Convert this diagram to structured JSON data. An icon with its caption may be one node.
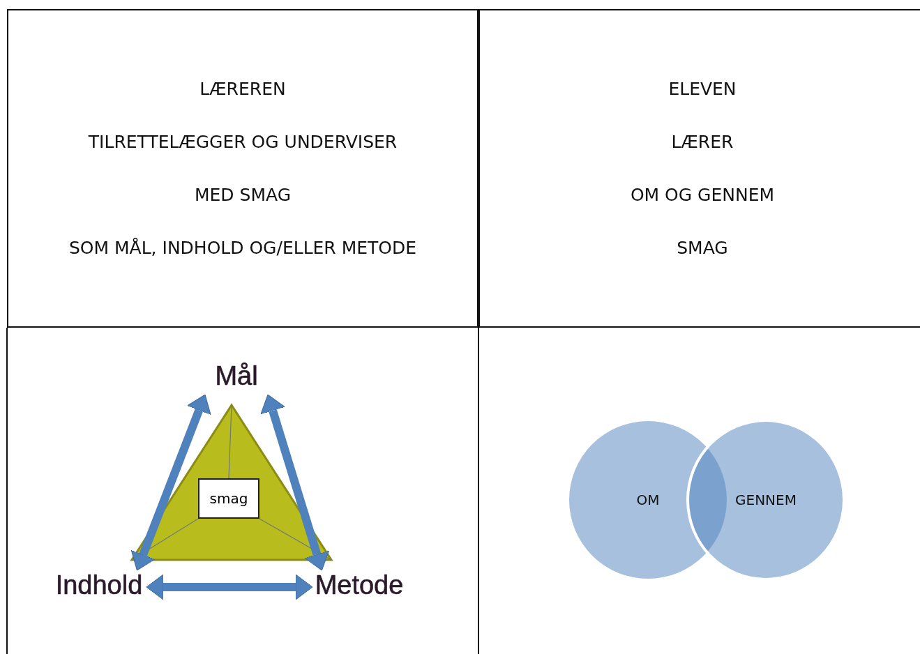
{
  "diagram": {
    "nodes": [
      {
        "text": [
          "LÆREREN",
          "TILRETTELÆGGER OG UNDERVISER",
          "MED SMAG",
          "SOM MÅL, INDHOLD OG/ELLER METODE"
        ]
      },
      {
        "text": [
          "ELEVEN",
          "LÆRER",
          "OM OG GENNEM",
          "SMAG"
        ]
      },
      {
        "text": [
          "Mål"
        ]
      },
      {
        "text": [],
        "shape": "triangle"
      },
      {
        "text": [
          "smag"
        ],
        "in": 3
      },
      {
        "text": [
          "Indhold"
        ]
      },
      {
        "text": [
          "Metode"
        ]
      },
      {
        "text": [
          "OM"
        ]
      },
      {
        "text": [
          "GENNEM"
        ]
      }
    ],
    "edges": [
      {
        "from": 2,
        "to": 5,
        "arrow": "both"
      },
      {
        "from": 2,
        "to": 6,
        "arrow": "both"
      },
      {
        "from": 5,
        "to": 6,
        "arrow": "both"
      }
    ]
  }
}
